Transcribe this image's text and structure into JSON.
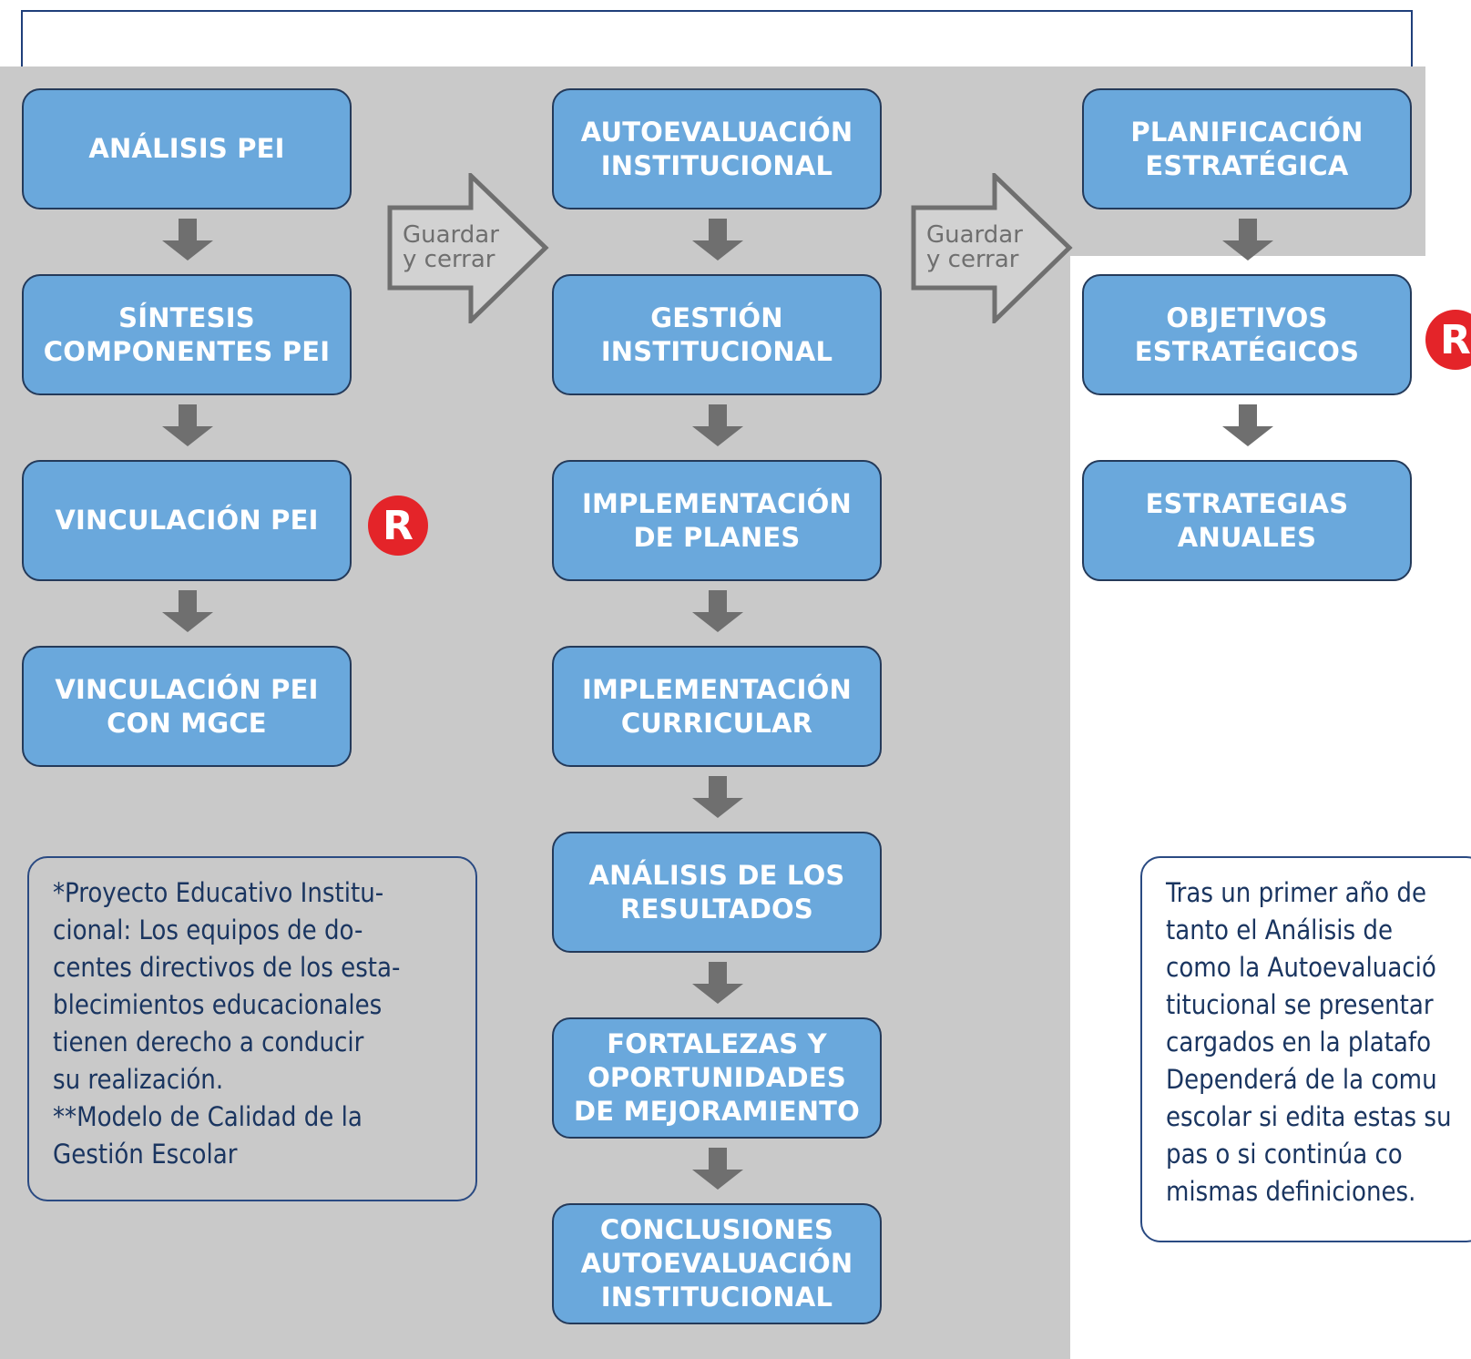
{
  "flow": {
    "column1": [
      {
        "label": "ANÁLISIS PEI"
      },
      {
        "label": "SÍNTESIS\nCOMPONENTES PEI"
      },
      {
        "label": "VINCULACIÓN PEI"
      },
      {
        "label": "VINCULACIÓN PEI\nCON MGCE"
      }
    ],
    "column2": [
      {
        "label": "AUTOEVALUACIÓN\nINSTITUCIONAL"
      },
      {
        "label": "GESTIÓN\nINSTITUCIONAL"
      },
      {
        "label": "IMPLEMENTACIÓN\nDE PLANES"
      },
      {
        "label": "IMPLEMENTACIÓN\nCURRICULAR"
      },
      {
        "label": "ANÁLISIS DE LOS\nRESULTADOS"
      },
      {
        "label": "FORTALEZAS Y\nOPORTUNIDADES\nDE MEJORAMIENTO"
      },
      {
        "label": "CONCLUSIONES\nAUTOEVALUACIÓN\nINSTITUCIONAL"
      }
    ],
    "column3": [
      {
        "label": "PLANIFICACIÓN\nESTRATÉGICA"
      },
      {
        "label": "OBJETIVOS\nESTRATÉGICOS"
      },
      {
        "label": "ESTRATEGIAS\nANUALES"
      }
    ]
  },
  "transitions": [
    {
      "label": "Guardar\ny cerrar"
    },
    {
      "label": "Guardar\ny cerrar"
    }
  ],
  "badges": [
    {
      "letter": "R"
    },
    {
      "letter": "R"
    }
  ],
  "notes": {
    "left": "*Proyecto Educativo Institu-\ncional: Los equipos de do-\ncentes directivos de los esta-\nblecimientos educacionales\ntienen derecho a conducir\nsu realización.\n**Modelo de Calidad de la\nGestión Escolar",
    "right": "Tras un primer año de\ntanto el Análisis de\ncomo la Autoevaluació\ntitucional se presentar\ncargados en la platafo\nDependerá de la comu\nescolar si edita estas su\npas o si continúa co\nmismas definiciones."
  },
  "colors": {
    "box_fill": "#6aa8dc",
    "box_border": "#243a5a",
    "background": "#c9c9c9",
    "arrow": "#6f6f6f",
    "badge": "#e42429",
    "note_text": "#1a3560"
  }
}
